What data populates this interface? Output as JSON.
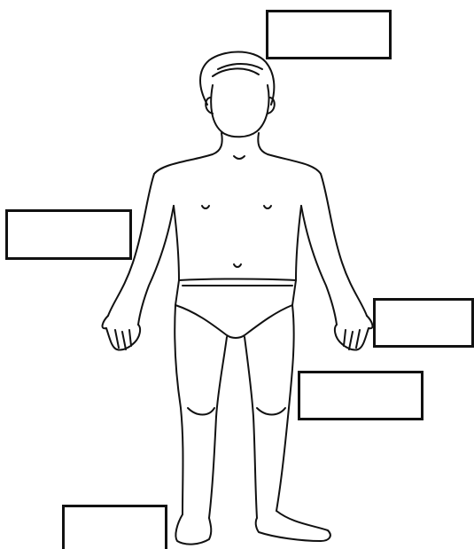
{
  "worksheet": {
    "label_boxes": [
      {
        "id": "head-label",
        "text": ""
      },
      {
        "id": "arm-label",
        "text": ""
      },
      {
        "id": "hand-label",
        "text": ""
      },
      {
        "id": "knee-label",
        "text": ""
      },
      {
        "id": "foot-label",
        "text": ""
      }
    ]
  }
}
